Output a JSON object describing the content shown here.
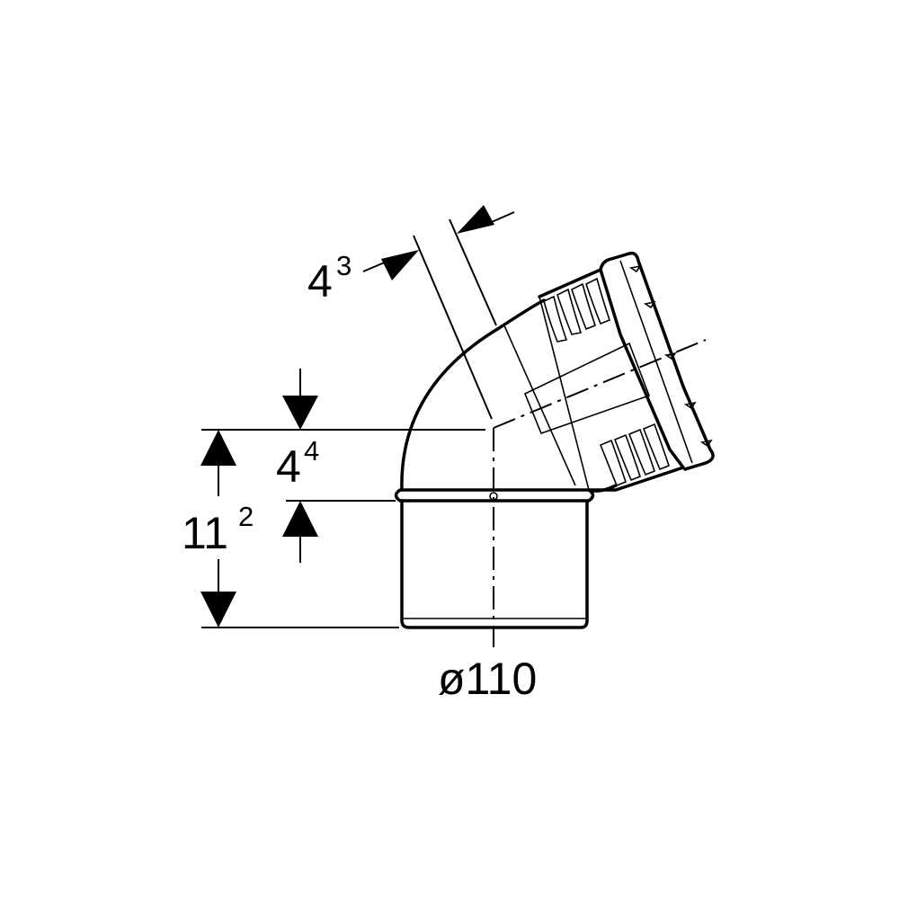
{
  "drawing": {
    "dimensions": {
      "top_offset": {
        "main": "4",
        "sup": "3"
      },
      "socket_depth": {
        "main": "4",
        "sup": "4"
      },
      "total_height": {
        "main": "11",
        "sup": "2"
      },
      "diameter": "ø110"
    },
    "colors": {
      "line": "#000000",
      "background": "#ffffff"
    }
  }
}
